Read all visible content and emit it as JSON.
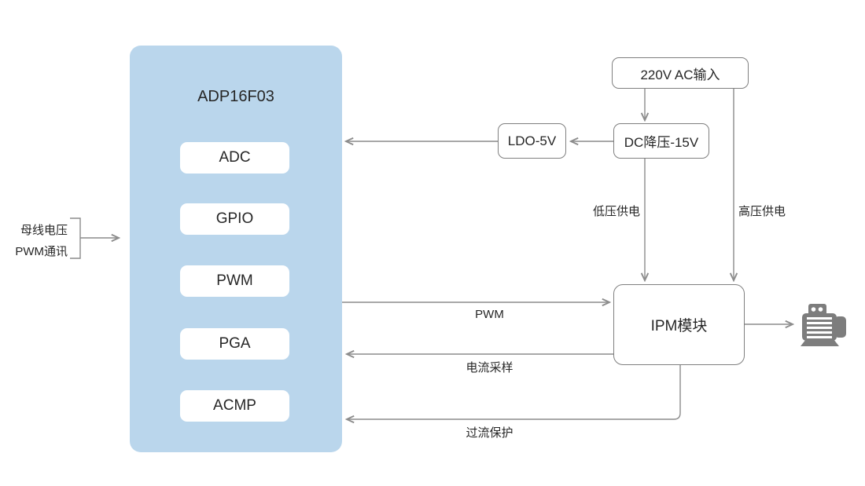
{
  "colors": {
    "mcu_fill": "#BAD6EC",
    "line": "#8C8C8C",
    "border": "#7F7F7F",
    "text": "#262626",
    "motor": "#7D7D7D"
  },
  "mcu": {
    "title": "ADP16F03",
    "peripherals": [
      {
        "label": "ADC"
      },
      {
        "label": "GPIO"
      },
      {
        "label": "PWM"
      },
      {
        "label": "PGA"
      },
      {
        "label": "ACMP"
      }
    ]
  },
  "left_input": {
    "line1": "母线电压",
    "line2": "PWM通讯"
  },
  "power_chain": {
    "ac_input": "220V AC输入",
    "dc_buck": "DC降压-15V",
    "ldo": "LDO-5V",
    "low_voltage": "低压供电",
    "high_voltage": "高压供电"
  },
  "ipm": {
    "label": "IPM模块"
  },
  "signals": {
    "pwm": "PWM",
    "current_sample": "电流采样",
    "overcurrent": "过流保护"
  },
  "icons": {
    "load": "motor-icon"
  }
}
